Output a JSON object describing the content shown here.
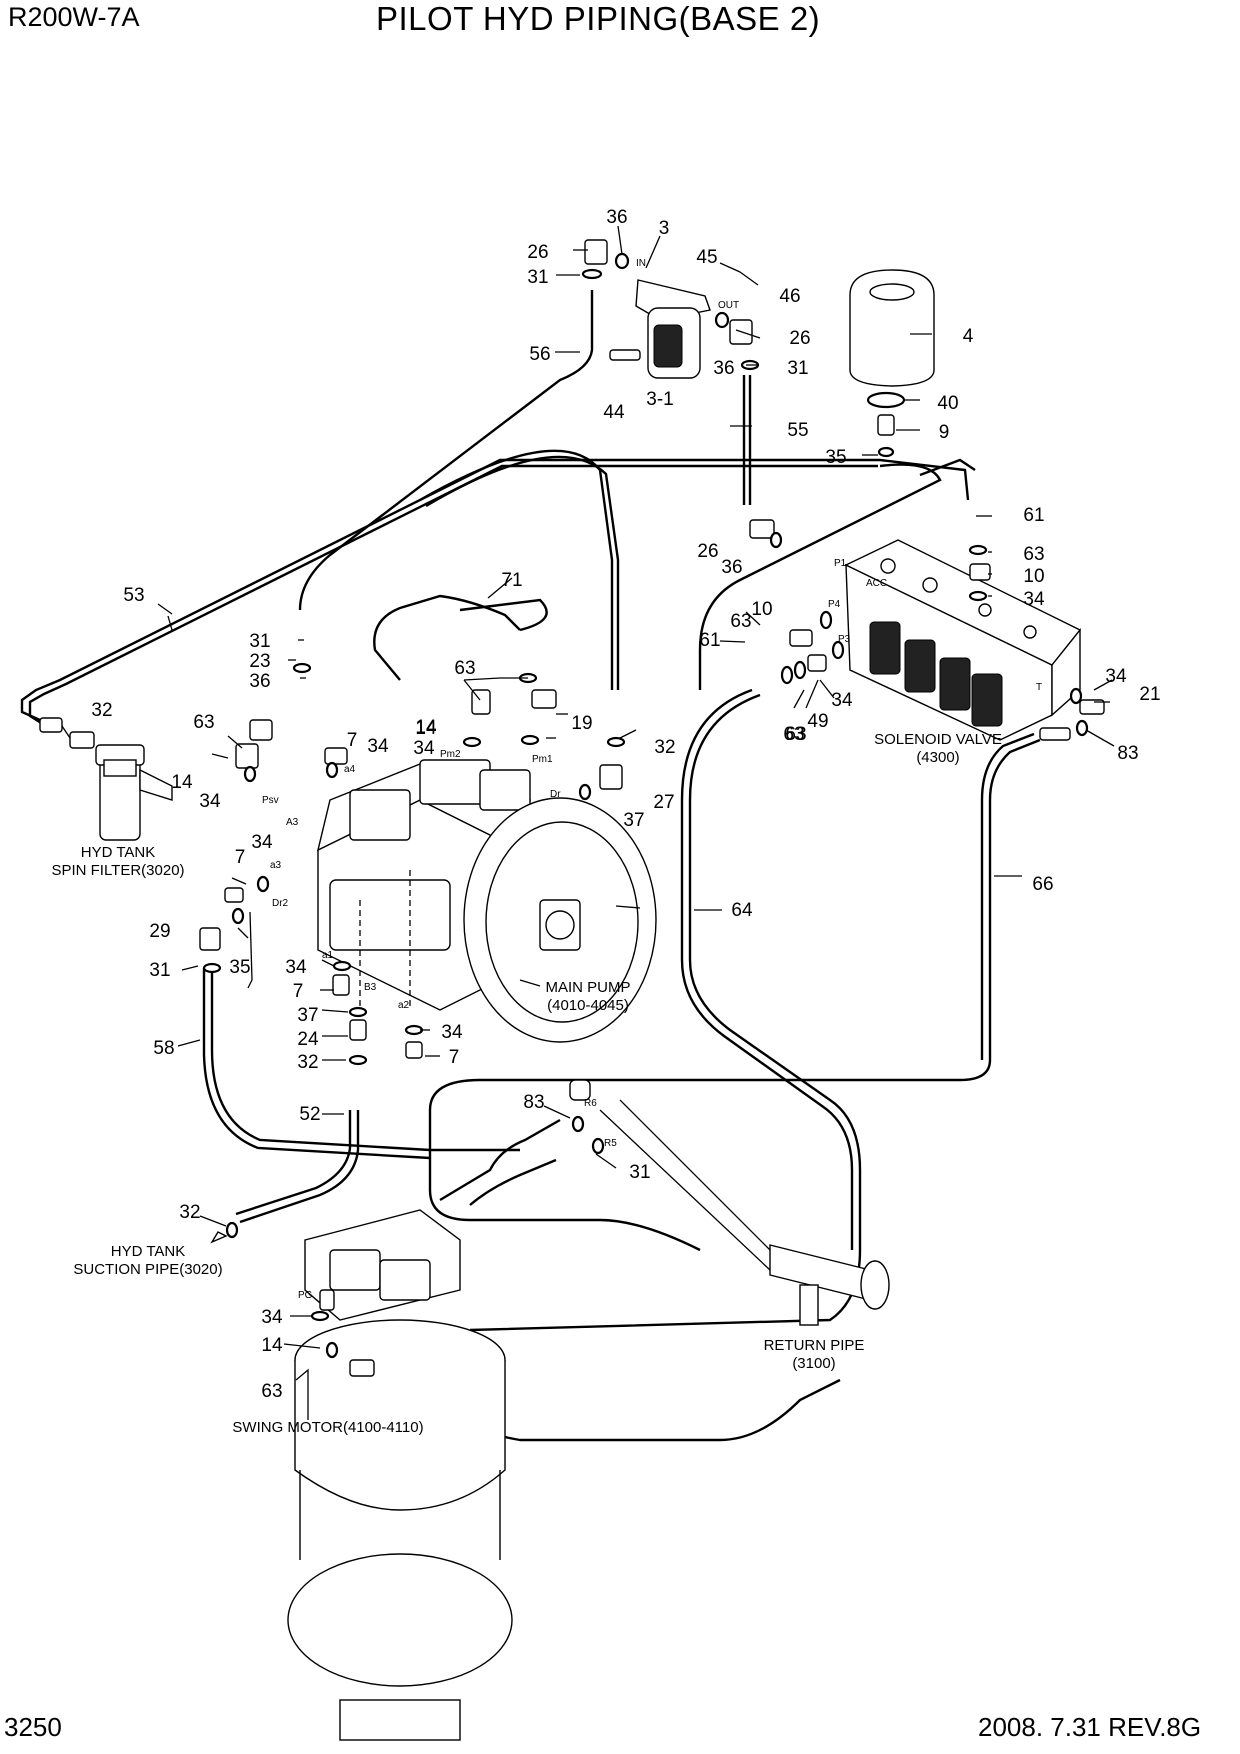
{
  "header": {
    "model": "R200W-7A",
    "title": "PILOT HYD PIPING(BASE 2)"
  },
  "footer": {
    "page": "3250",
    "date_rev": "2008. 7.31  REV.8G"
  },
  "components": {
    "hyd_tank_spin_filter": [
      "HYD TANK",
      "SPIN FILTER(3020)"
    ],
    "main_pump": [
      "MAIN PUMP",
      "(4010-4045)"
    ],
    "solenoid_valve": [
      "SOLENOID VALVE",
      "(4300)"
    ],
    "hyd_tank_suction_pipe": [
      "HYD TANK",
      "SUCTION PIPE(3020)"
    ],
    "return_pipe": [
      "RETURN PIPE",
      "(3100)"
    ],
    "swing_motor": [
      "SWING MOTOR(4100-4110)"
    ]
  },
  "port_labels": [
    "IN",
    "OUT",
    "P1",
    "P4",
    "P3",
    "ACC",
    "A3",
    "Psv",
    "a4",
    "a3",
    "Dr2",
    "Pm2",
    "Pm1",
    "Dr",
    "a1",
    "B3",
    "a2",
    "R6",
    "R5",
    "PG",
    "T"
  ],
  "callouts": [
    "36",
    "3",
    "26",
    "31",
    "45",
    "46",
    "4",
    "56",
    "26",
    "44",
    "3-1",
    "36",
    "31",
    "40",
    "55",
    "9",
    "35",
    "61",
    "53",
    "26",
    "36",
    "63",
    "10",
    "71",
    "34",
    "31",
    "63",
    "10",
    "23",
    "36",
    "63",
    "61",
    "63",
    "34",
    "32",
    "14",
    "19",
    "21",
    "34",
    "63",
    "14",
    "34",
    "7",
    "34",
    "32",
    "63",
    "49",
    "83",
    "14",
    "34",
    "27",
    "37",
    "34",
    "66",
    "7",
    "64",
    "29",
    "35",
    "34",
    "31",
    "7",
    "37",
    "24",
    "32",
    "34",
    "7",
    "58",
    "52",
    "83",
    "31",
    "32",
    "34",
    "14",
    "63"
  ]
}
